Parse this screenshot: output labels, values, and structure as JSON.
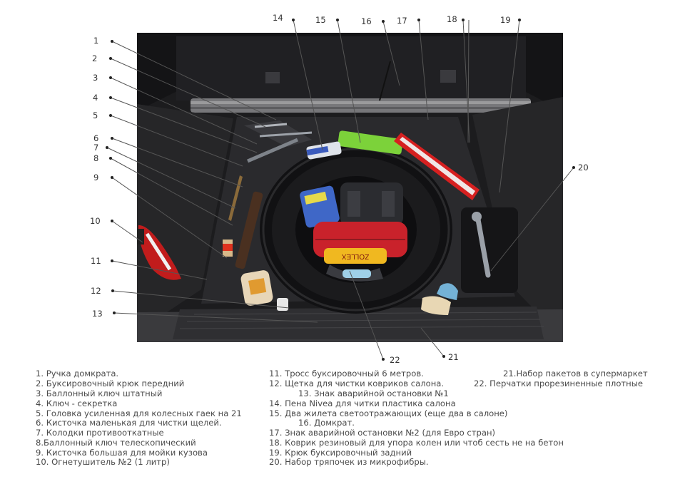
{
  "callout_numbers": [
    "1",
    "2",
    "3",
    "4",
    "5",
    "6",
    "7",
    "8",
    "9",
    "10",
    "11",
    "12",
    "13",
    "14",
    "15",
    "16",
    "17",
    "18",
    "19",
    "20",
    "21",
    "22"
  ],
  "legend": [
    "1. Ручка домкрата.",
    "2. Буксировочный крюк передний",
    "3. Баллонный ключ штатный",
    "4. Ключ - секретка",
    "5. Головка усиленная для колесных гаек на 21",
    "6. Кисточка маленькая для чистки щелей.",
    "7. Колодки противооткатные",
    "8.Баллонный ключ телескопический",
    "9. Кисточка большая для мойки кузова",
    "10. Огнетушитель №2 (1 литр)",
    "11. Тросс буксировочный 6 метров.",
    "12. Щетка для чистки ковриков салона.",
    "13. Знак аварийной остановки №1",
    "14. Пена Nivea для читки пластика салона",
    "15. Два жилета светоотражающих (еще два в салоне)",
    "16. Домкрат.",
    "17. Знак аварийной остановки №2 (для Евро стран)",
    "18. Коврик резиновый для упора колен или чтоб сесть не на бетон",
    "19. Крюк буксировочный задний",
    "20. Набор тряпочек из микрофибры.",
    "21.Набор пакетов в супермаркет",
    "22. Перчатки прорезиненные плотные"
  ],
  "photo_text": {
    "bag_label": "ZOLLEX"
  },
  "colors": {
    "text": "#4a4a4a",
    "leader": "#555555"
  }
}
